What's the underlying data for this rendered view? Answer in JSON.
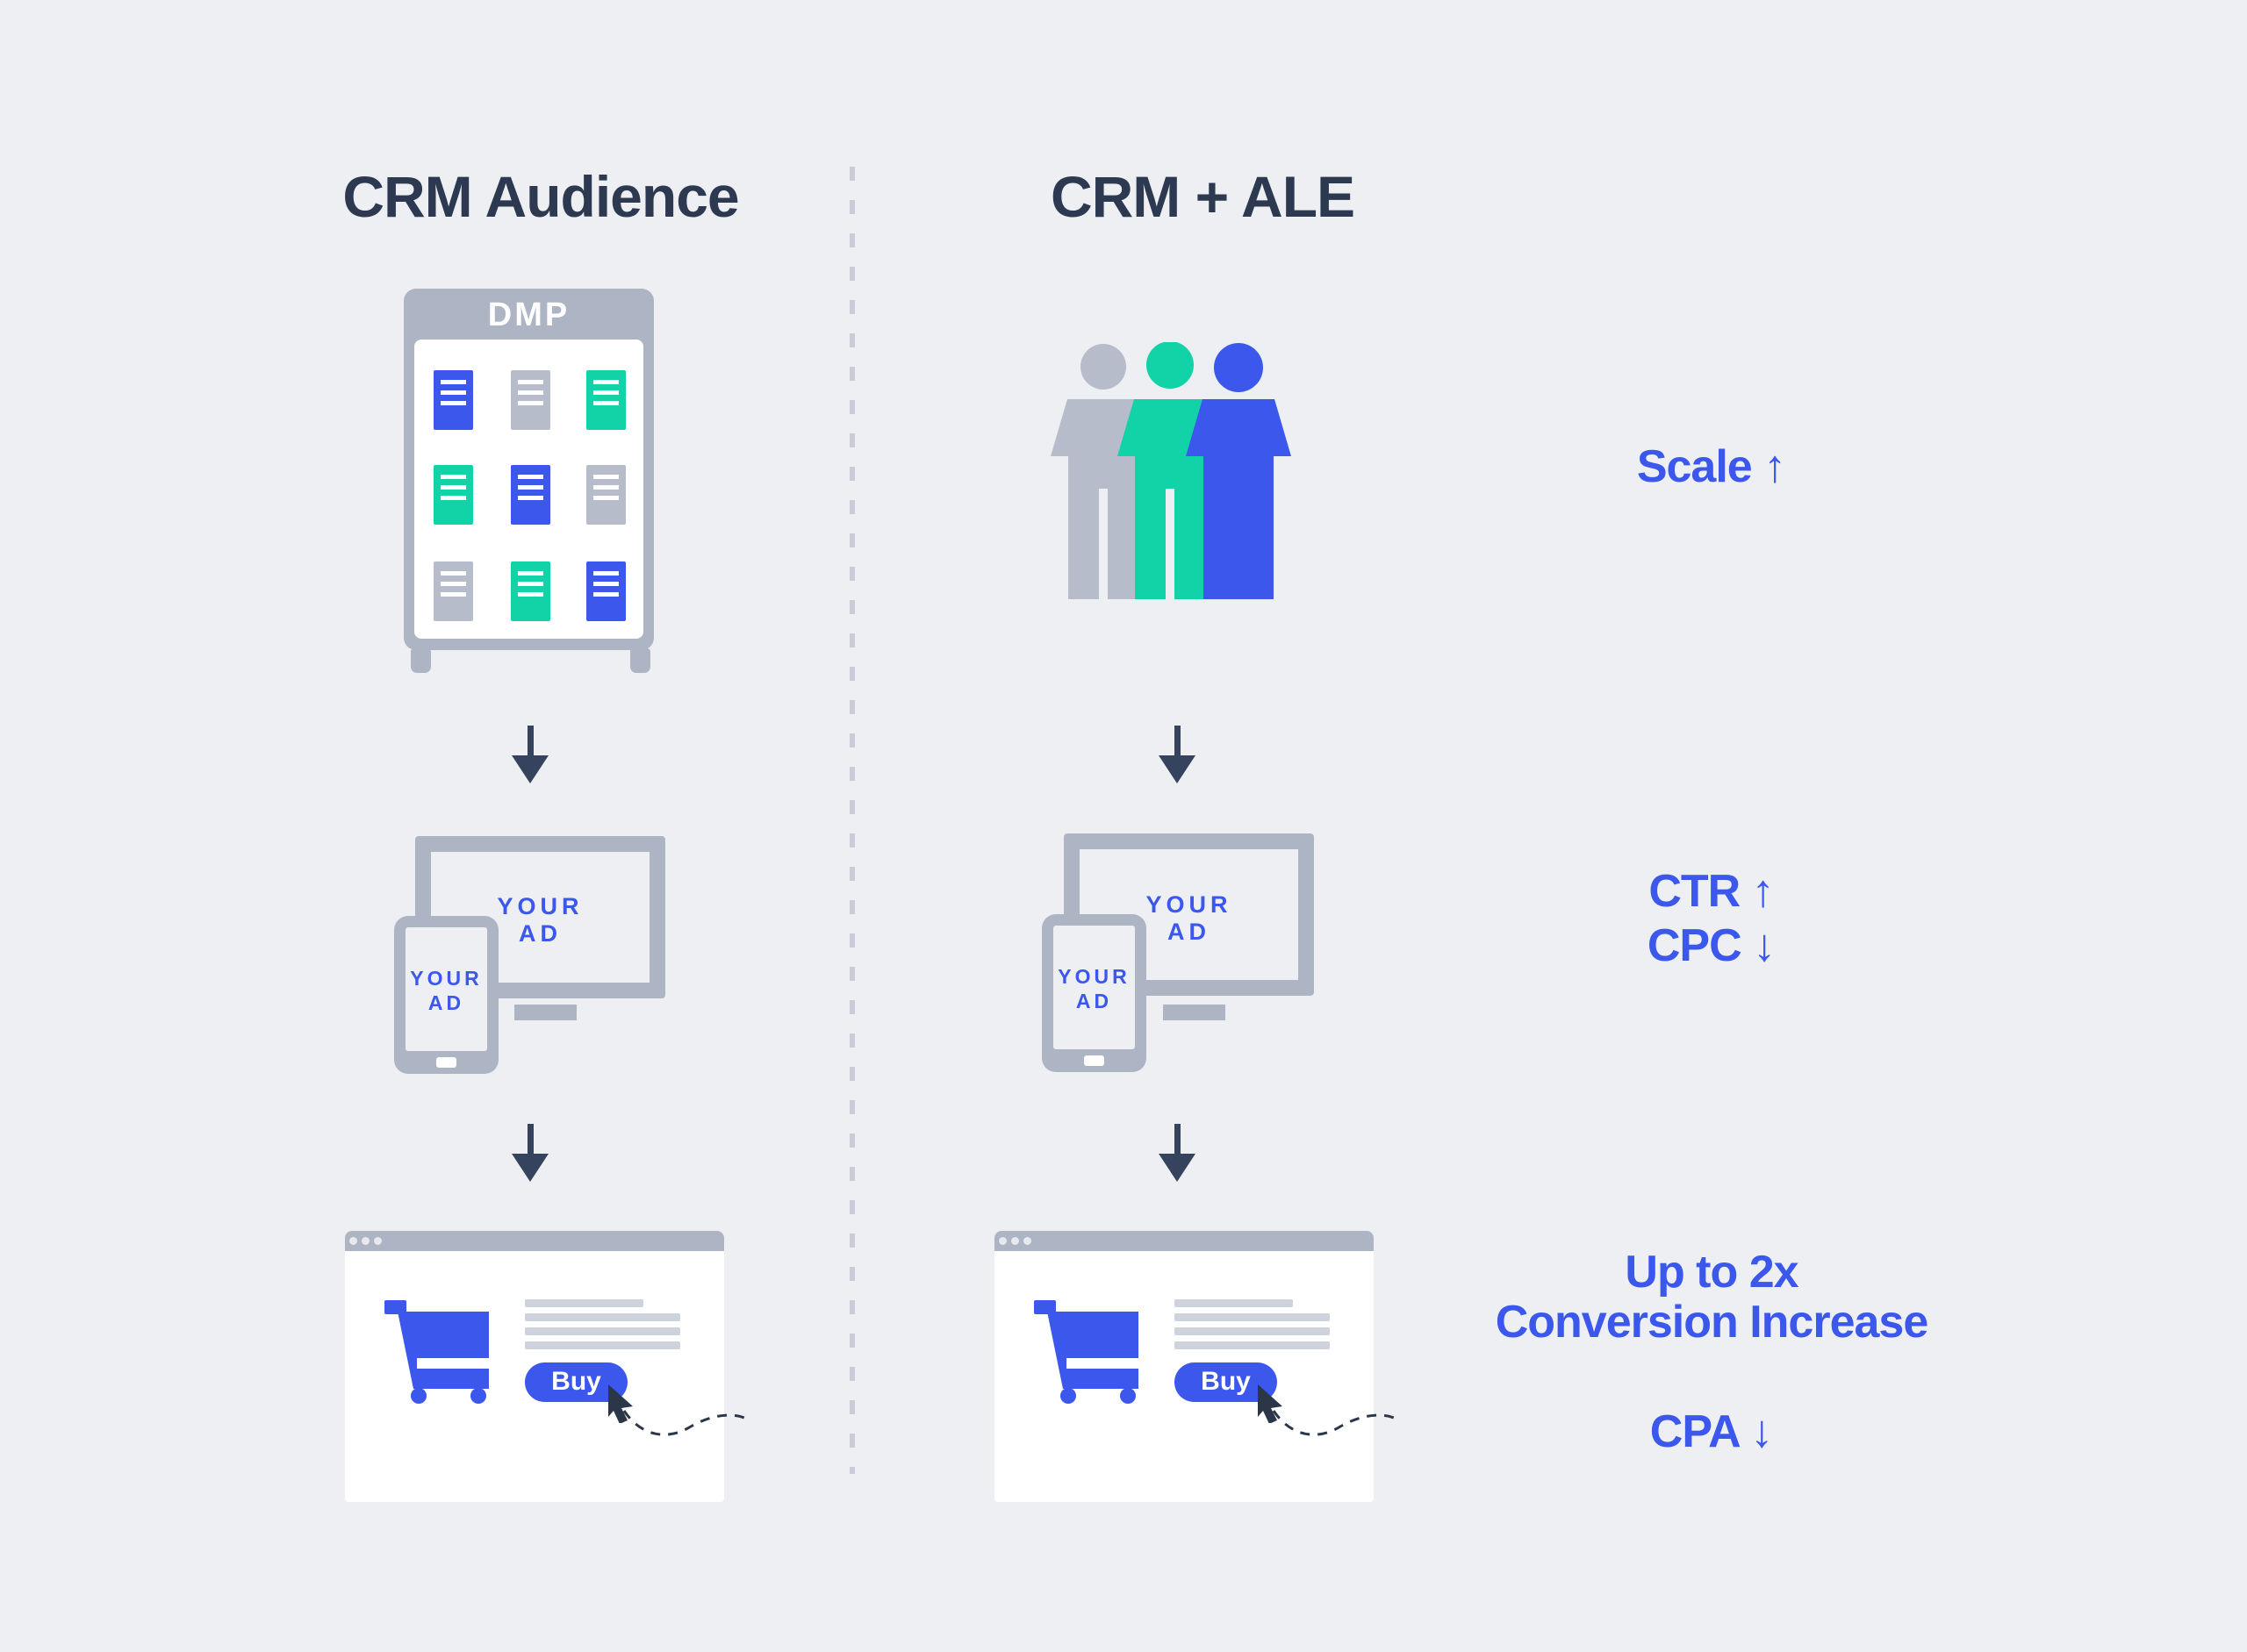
{
  "colors": {
    "background": "#edeff2",
    "heading_text": "#2c3950",
    "accent_blue": "#3b57ec",
    "accent_green": "#12d2a7",
    "ui_gray": "#adb4c3",
    "doc_gray": "#b6bcc9",
    "text_line_gray": "#cdd2dc",
    "arrow_navy": "#36435e",
    "cursor_navy": "#2b3749"
  },
  "left_column": {
    "title": "CRM Audience",
    "dmp": {
      "label": "DMP",
      "grid": [
        [
          "blue",
          "gray",
          "green"
        ],
        [
          "green",
          "blue",
          "gray"
        ],
        [
          "gray",
          "green",
          "blue"
        ]
      ]
    }
  },
  "right_column": {
    "title": "CRM + ALE",
    "people_colors": [
      "gray",
      "green",
      "blue"
    ]
  },
  "ad": {
    "line1": "YOUR",
    "line2": "AD"
  },
  "browser": {
    "buy_label": "Buy"
  },
  "metrics": {
    "scale": {
      "label": "Scale",
      "arrow": "↑"
    },
    "ctr": {
      "label": "CTR",
      "arrow": "↑"
    },
    "cpc": {
      "label": "CPC",
      "arrow": "↓"
    },
    "conversion_line1": "Up to 2x",
    "conversion_line2": "Conversion Increase",
    "cpa": {
      "label": "CPA",
      "arrow": "↓"
    }
  }
}
